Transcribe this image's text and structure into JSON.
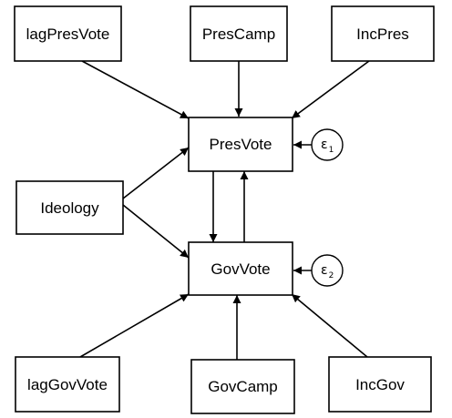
{
  "diagram": {
    "nodes": {
      "lagPresVote": "lagPresVote",
      "PresCamp": "PresCamp",
      "IncPres": "IncPres",
      "PresVote": "PresVote",
      "Ideology": "Ideology",
      "GovVote": "GovVote",
      "lagGovVote": "lagGovVote",
      "GovCamp": "GovCamp",
      "IncGov": "IncGov"
    },
    "errors": {
      "e1": {
        "symbol": "ε",
        "index": "1"
      },
      "e2": {
        "symbol": "ε",
        "index": "2"
      }
    },
    "edges": [
      [
        "lagPresVote",
        "PresVote"
      ],
      [
        "PresCamp",
        "PresVote"
      ],
      [
        "IncPres",
        "PresVote"
      ],
      [
        "Ideology",
        "PresVote"
      ],
      [
        "Ideology",
        "GovVote"
      ],
      [
        "PresVote",
        "GovVote"
      ],
      [
        "GovVote",
        "PresVote"
      ],
      [
        "e1",
        "PresVote"
      ],
      [
        "e2",
        "GovVote"
      ],
      [
        "lagGovVote",
        "GovVote"
      ],
      [
        "GovCamp",
        "GovVote"
      ],
      [
        "IncGov",
        "GovVote"
      ]
    ]
  }
}
